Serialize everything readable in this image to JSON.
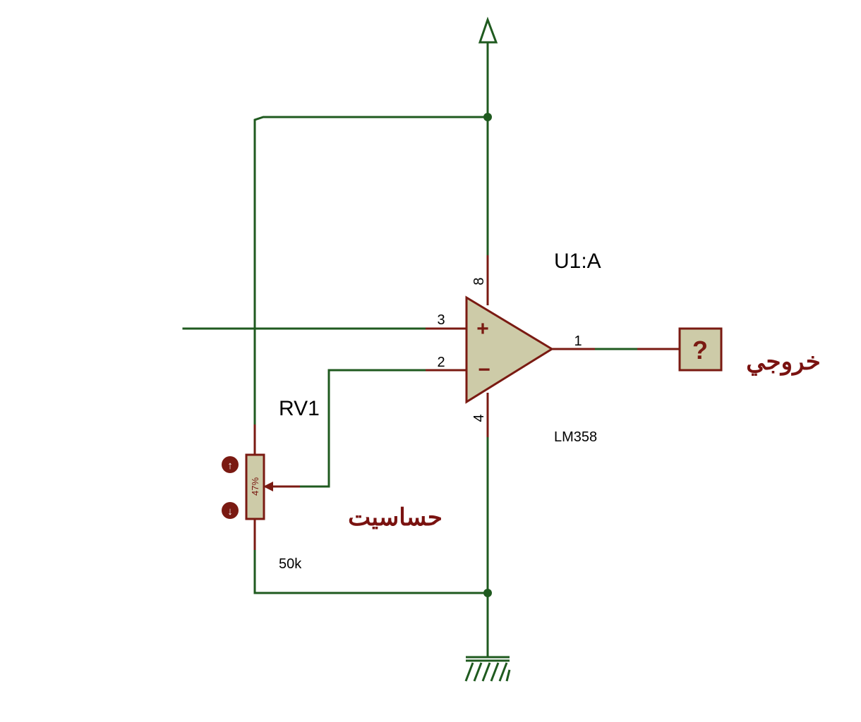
{
  "components": {
    "opamp": {
      "reference": "U1:A",
      "part": "LM358",
      "plus_symbol": "+",
      "minus_symbol": "−",
      "pins": {
        "noninverting": "3",
        "inverting": "2",
        "output": "1",
        "vcc": "8",
        "gnd": "4"
      }
    },
    "potentiometer": {
      "reference": "RV1",
      "value": "50k",
      "wiper_position": "47%",
      "wiper_fraction": 0.47,
      "increase_glyph": "↑",
      "decrease_glyph": "↓"
    },
    "output_probe": {
      "symbol": "?"
    }
  },
  "labels": {
    "output": "خروجي",
    "sensitivity": "حساسیت"
  },
  "colors": {
    "wire": "#1f5a1f",
    "component_outline": "#7a1a12",
    "component_fill": "#cdcba8",
    "text": "#000000",
    "label_text": "#7a1210",
    "background": "#ffffff"
  }
}
